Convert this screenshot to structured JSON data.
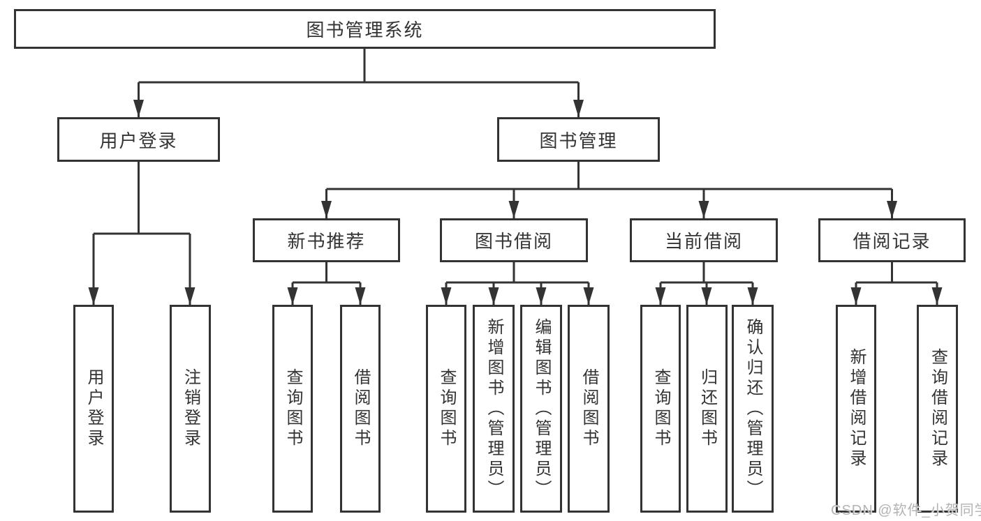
{
  "colors": {
    "line": "#333333",
    "text": "#333333",
    "box_background": "#ffffff",
    "page_background": "#ffffff",
    "watermark": "#b3b3b3"
  },
  "watermark": {
    "text": "CSDN @软件_小贺同学"
  },
  "tree": {
    "label": "图书管理系统",
    "children": [
      {
        "label": "用户登录",
        "children": [
          {
            "label": "用户登录"
          },
          {
            "label": "注销登录"
          }
        ]
      },
      {
        "label": "图书管理",
        "children": [
          {
            "label": "新书推荐",
            "children": [
              {
                "label": "查询图书"
              },
              {
                "label": "借阅图书"
              }
            ]
          },
          {
            "label": "图书借阅",
            "children": [
              {
                "label": "查询图书"
              },
              {
                "label": "新增图书（管理员）"
              },
              {
                "label": "编辑图书（管理员）"
              },
              {
                "label": "借阅图书"
              }
            ]
          },
          {
            "label": "当前借阅",
            "children": [
              {
                "label": "查询图书"
              },
              {
                "label": "归还图书"
              },
              {
                "label": "确认归还（管理员）"
              }
            ]
          },
          {
            "label": "借阅记录",
            "children": [
              {
                "label": "新增借阅记录"
              },
              {
                "label": "查询借阅记录"
              }
            ]
          }
        ]
      }
    ]
  }
}
